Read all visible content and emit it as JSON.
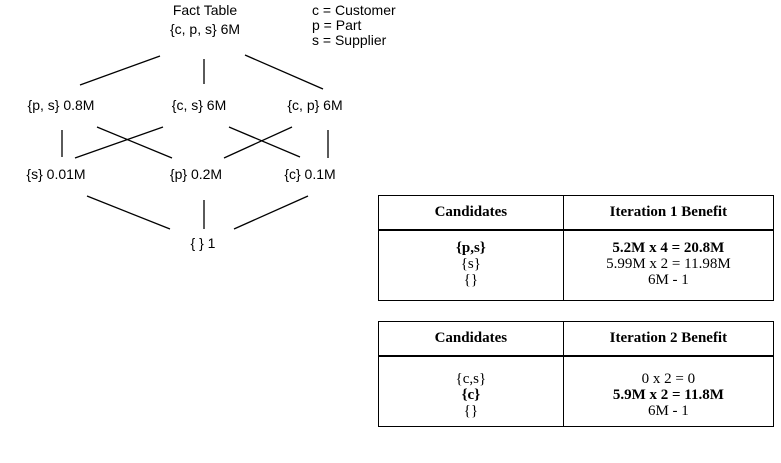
{
  "lattice": {
    "title": "Fact Table",
    "nodes": {
      "cps": "{c, p, s} 6M",
      "ps": "{p, s} 0.8M",
      "cs": "{c, s} 6M",
      "cp": "{c, p} 6M",
      "s": "{s} 0.01M",
      "p": "{p} 0.2M",
      "c": "{c} 0.1M",
      "empty": "{ } 1"
    }
  },
  "legend": {
    "items": [
      "c = Customer",
      "p = Part",
      "s = Supplier"
    ]
  },
  "tables": [
    {
      "headers": [
        "Candidates",
        "Iteration 1 Benefit"
      ],
      "rows": [
        {
          "candidate": "{p,s}",
          "benefit": "5.2M x 4 = 20.8M",
          "bold": true
        },
        {
          "candidate": "{s}",
          "benefit": "5.99M x 2 = 11.98M",
          "bold": false
        },
        {
          "candidate": "{}",
          "benefit": "6M - 1",
          "bold": false
        }
      ]
    },
    {
      "headers": [
        "Candidates",
        "Iteration 2 Benefit"
      ],
      "rows": [
        {
          "candidate": "{c,s}",
          "benefit": "0 x 2 = 0",
          "bold": false
        },
        {
          "candidate": "{c}",
          "benefit": "5.9M x 2 = 11.8M",
          "bold": true
        },
        {
          "candidate": "{}",
          "benefit": "6M - 1",
          "bold": false
        }
      ]
    }
  ]
}
